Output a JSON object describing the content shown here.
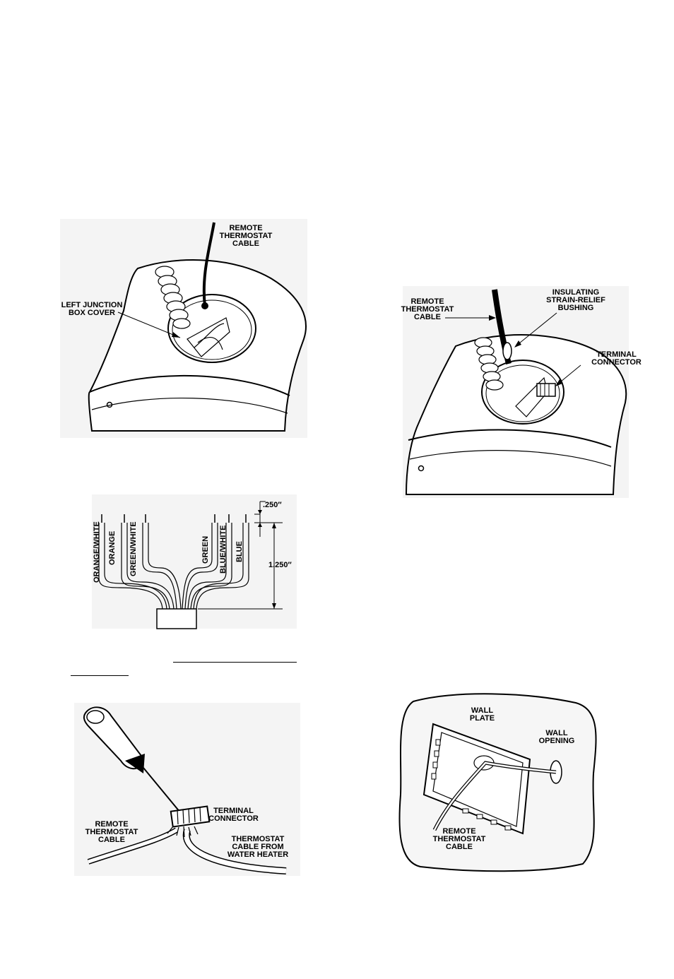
{
  "figure1": {
    "label_cable": [
      "REMOTE",
      "THERMOSTAT",
      "CABLE"
    ],
    "label_cover": [
      "LEFT JUNCTION",
      "BOX COVER"
    ]
  },
  "figure2": {
    "label_cable": [
      "REMOTE",
      "THERMOSTAT",
      "CABLE"
    ],
    "label_bushing": [
      "INSULATING",
      "STRAIN-RELIEF",
      "BUSHING"
    ],
    "label_connector": [
      "TERMINAL",
      "CONNECTOR"
    ]
  },
  "figure3": {
    "wires": [
      "ORANGE/WHITE",
      "ORANGE",
      "GREEN/WHITE",
      "GREEN",
      "BLUE/WHITE",
      "BLUE"
    ],
    "dim_strip": ".250″",
    "dim_length": "1.250″"
  },
  "figure4": {
    "label_connector": [
      "TERMINAL",
      "CONNECTOR"
    ],
    "label_remote": [
      "REMOTE",
      "THERMOSTAT",
      "CABLE"
    ],
    "label_heater": [
      "THERMOSTAT",
      "CABLE FROM",
      "WATER HEATER"
    ]
  },
  "figure5": {
    "label_plate": [
      "WALL",
      "PLATE"
    ],
    "label_opening": [
      "WALL",
      "OPENING"
    ],
    "label_cable": [
      "REMOTE",
      "THERMOSTAT",
      "CABLE"
    ]
  }
}
